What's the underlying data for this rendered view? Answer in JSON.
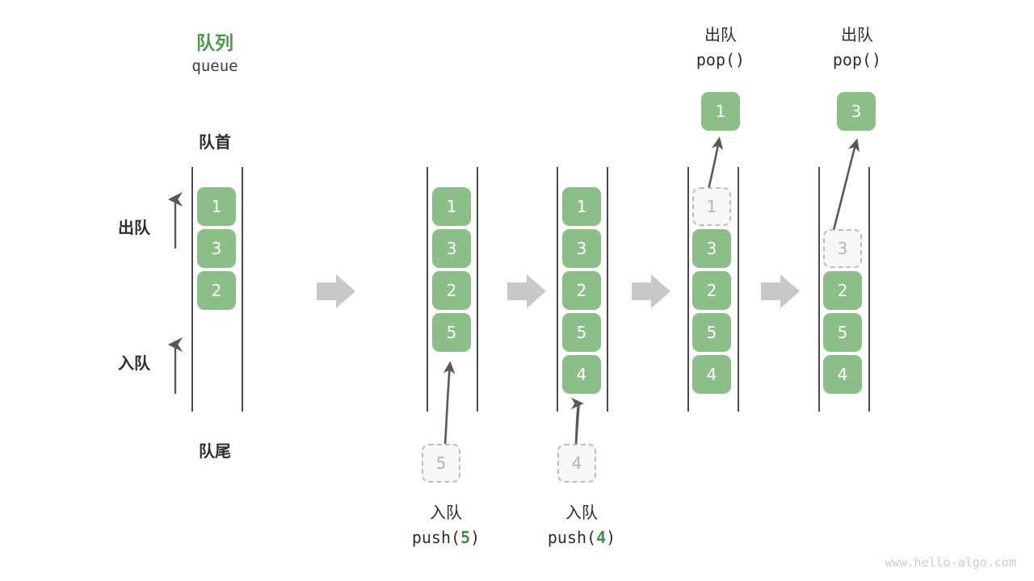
{
  "meta": {
    "watermark": "www.hello-algo.com",
    "colors": {
      "cell_fill": "#8cbe87",
      "cell_text": "#ffffff",
      "ghost_fill": "#f7f7f7",
      "ghost_border": "#bdbdbd",
      "ghost_text": "#b4b4b4",
      "title_green": "#4c9a4c",
      "arrow_gray": "#c8c8c8",
      "thin_arrow_gray": "#595959",
      "rail_gray": "#4a4a4a",
      "text_dark": "#2e2e2e"
    }
  },
  "header": {
    "title_cn": "队列",
    "title_en": "queue"
  },
  "labels": {
    "front": "队首",
    "rear": "队尾",
    "dequeue": "出队",
    "enqueue": "入队"
  },
  "steps": [
    {
      "id": "initial",
      "caption_cn": "",
      "caption_code": "",
      "caption_arg": "",
      "cells": [
        "1",
        "3",
        "2"
      ],
      "ghost_index": -1,
      "ghost_value": "",
      "popped_value": ""
    },
    {
      "id": "push-5",
      "caption_cn": "入队",
      "caption_code_prefix": "push(",
      "caption_arg": "5",
      "caption_code_suffix": ")",
      "cells": [
        "1",
        "3",
        "2",
        "5"
      ],
      "ghost_index": -1,
      "ghost_value": "5",
      "popped_value": ""
    },
    {
      "id": "push-4",
      "caption_cn": "入队",
      "caption_code_prefix": "push(",
      "caption_arg": "4",
      "caption_code_suffix": ")",
      "cells": [
        "1",
        "3",
        "2",
        "5",
        "4"
      ],
      "ghost_index": -1,
      "ghost_value": "4",
      "popped_value": ""
    },
    {
      "id": "pop-1",
      "caption_cn": "出队",
      "caption_code_prefix": "pop(",
      "caption_arg": "",
      "caption_code_suffix": ")",
      "cells": [
        "1",
        "3",
        "2",
        "5",
        "4"
      ],
      "ghost_index": 0,
      "ghost_value": "1",
      "popped_value": "1"
    },
    {
      "id": "pop-3",
      "caption_cn": "出队",
      "caption_code_prefix": "pop(",
      "caption_arg": "",
      "caption_code_suffix": ")",
      "cells": [
        "3",
        "2",
        "5",
        "4"
      ],
      "ghost_index": 0,
      "ghost_value": "3",
      "popped_value": "3"
    }
  ],
  "cell_values": {
    "c1_r1": "1",
    "c1_r2": "3",
    "c1_r3": "2",
    "c2_r1": "1",
    "c2_r2": "3",
    "c2_r3": "2",
    "c2_r4": "5",
    "c2_ghost": "5",
    "c3_r1": "1",
    "c3_r2": "3",
    "c3_r3": "2",
    "c3_r4": "5",
    "c3_r5": "4",
    "c3_ghost": "4",
    "c4_ghost": "1",
    "c4_r2": "3",
    "c4_r3": "2",
    "c4_r4": "5",
    "c4_r5": "4",
    "c4_popped": "1",
    "c5_ghost": "3",
    "c5_r3": "2",
    "c5_r4": "5",
    "c5_r5": "4",
    "c5_popped": "3"
  },
  "captions": {
    "push5_cn": "入队",
    "push5_pre": "push(",
    "push5_arg": "5",
    "push5_post": ")",
    "push4_cn": "入队",
    "push4_pre": "push(",
    "push4_arg": "4",
    "push4_post": ")",
    "pop1_cn": "出队",
    "pop1_code": "pop()",
    "pop2_cn": "出队",
    "pop2_code": "pop()"
  }
}
